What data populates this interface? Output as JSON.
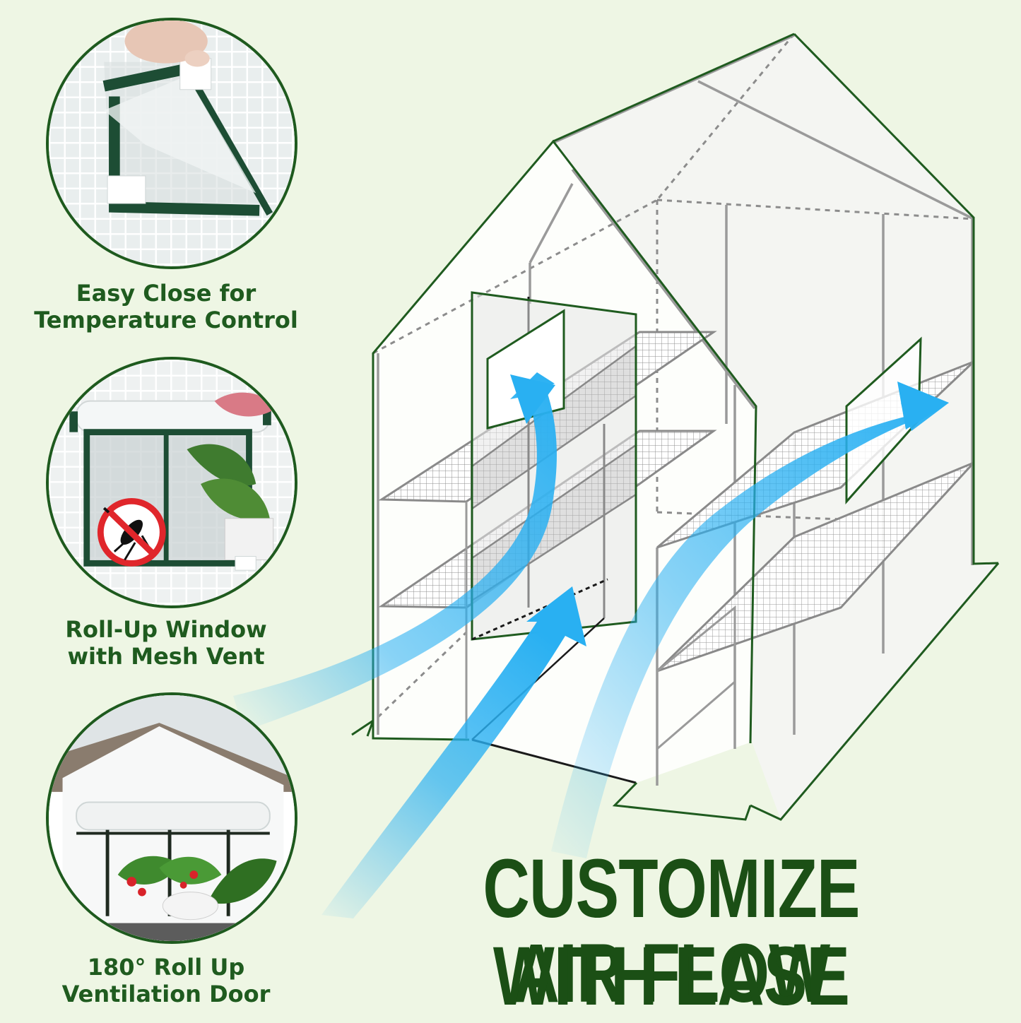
{
  "features": [
    {
      "id": "easy-close",
      "caption_lines": [
        "Easy Close for",
        "Temperature Control"
      ]
    },
    {
      "id": "roll-up-window",
      "caption_lines": [
        "Roll-Up Window",
        "with Mesh Vent"
      ]
    },
    {
      "id": "roll-up-door",
      "caption_lines": [
        "180° Roll Up",
        "Ventilation Door"
      ]
    }
  ],
  "headline": {
    "line1": "CUSTOMIZE AIR FLOW",
    "line2": "WITH EASE"
  },
  "colors": {
    "background": "#eef6e4",
    "brand_green": "#1f5b1f",
    "airflow_blue": "#29b0f2",
    "frame_gray": "#9a9a9a",
    "no_insect_red": "#e0262b"
  },
  "icons": [
    "no-mosquito-icon",
    "airflow-arrow-icon"
  ]
}
